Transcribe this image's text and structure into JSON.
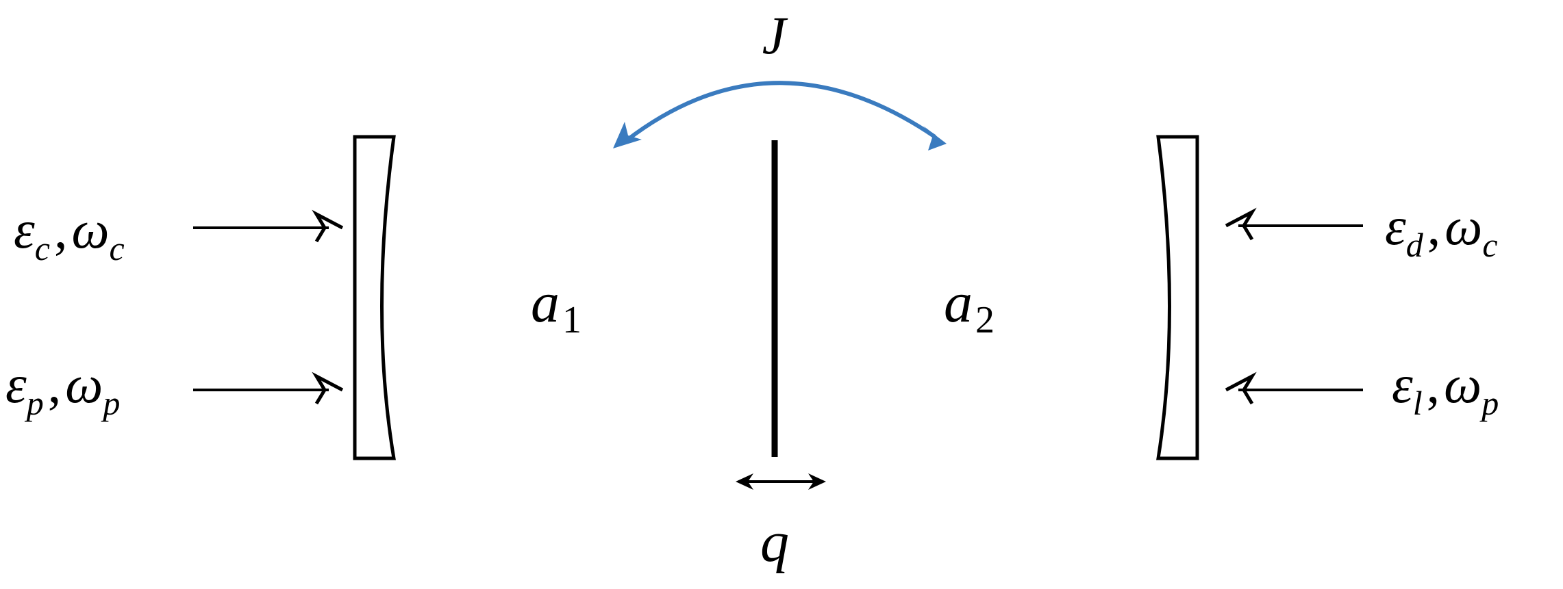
{
  "labels": {
    "coupling": "J",
    "mode_left": {
      "base": "a",
      "sub": "1"
    },
    "mode_right": {
      "base": "a",
      "sub": "2"
    },
    "membrane_displacement": "q",
    "left_drive_control": {
      "amp_base": "ε",
      "amp_sub": "c",
      "sep": ",",
      "freq_base": "ω",
      "freq_sub": "c"
    },
    "left_drive_probe": {
      "amp_base": "ε",
      "amp_sub": "p",
      "sep": ",",
      "freq_base": "ω",
      "freq_sub": "p"
    },
    "right_drive_control": {
      "amp_base": "ε",
      "amp_sub": "d",
      "sep": ",",
      "freq_base": "ω",
      "freq_sub": "c"
    },
    "right_drive_probe": {
      "amp_base": "ε",
      "amp_sub": "l",
      "sep": ",",
      "freq_base": "ω",
      "freq_sub": "p"
    }
  },
  "colors": {
    "coupling_arrow": "#3a7bbf",
    "ink": "#000000"
  }
}
